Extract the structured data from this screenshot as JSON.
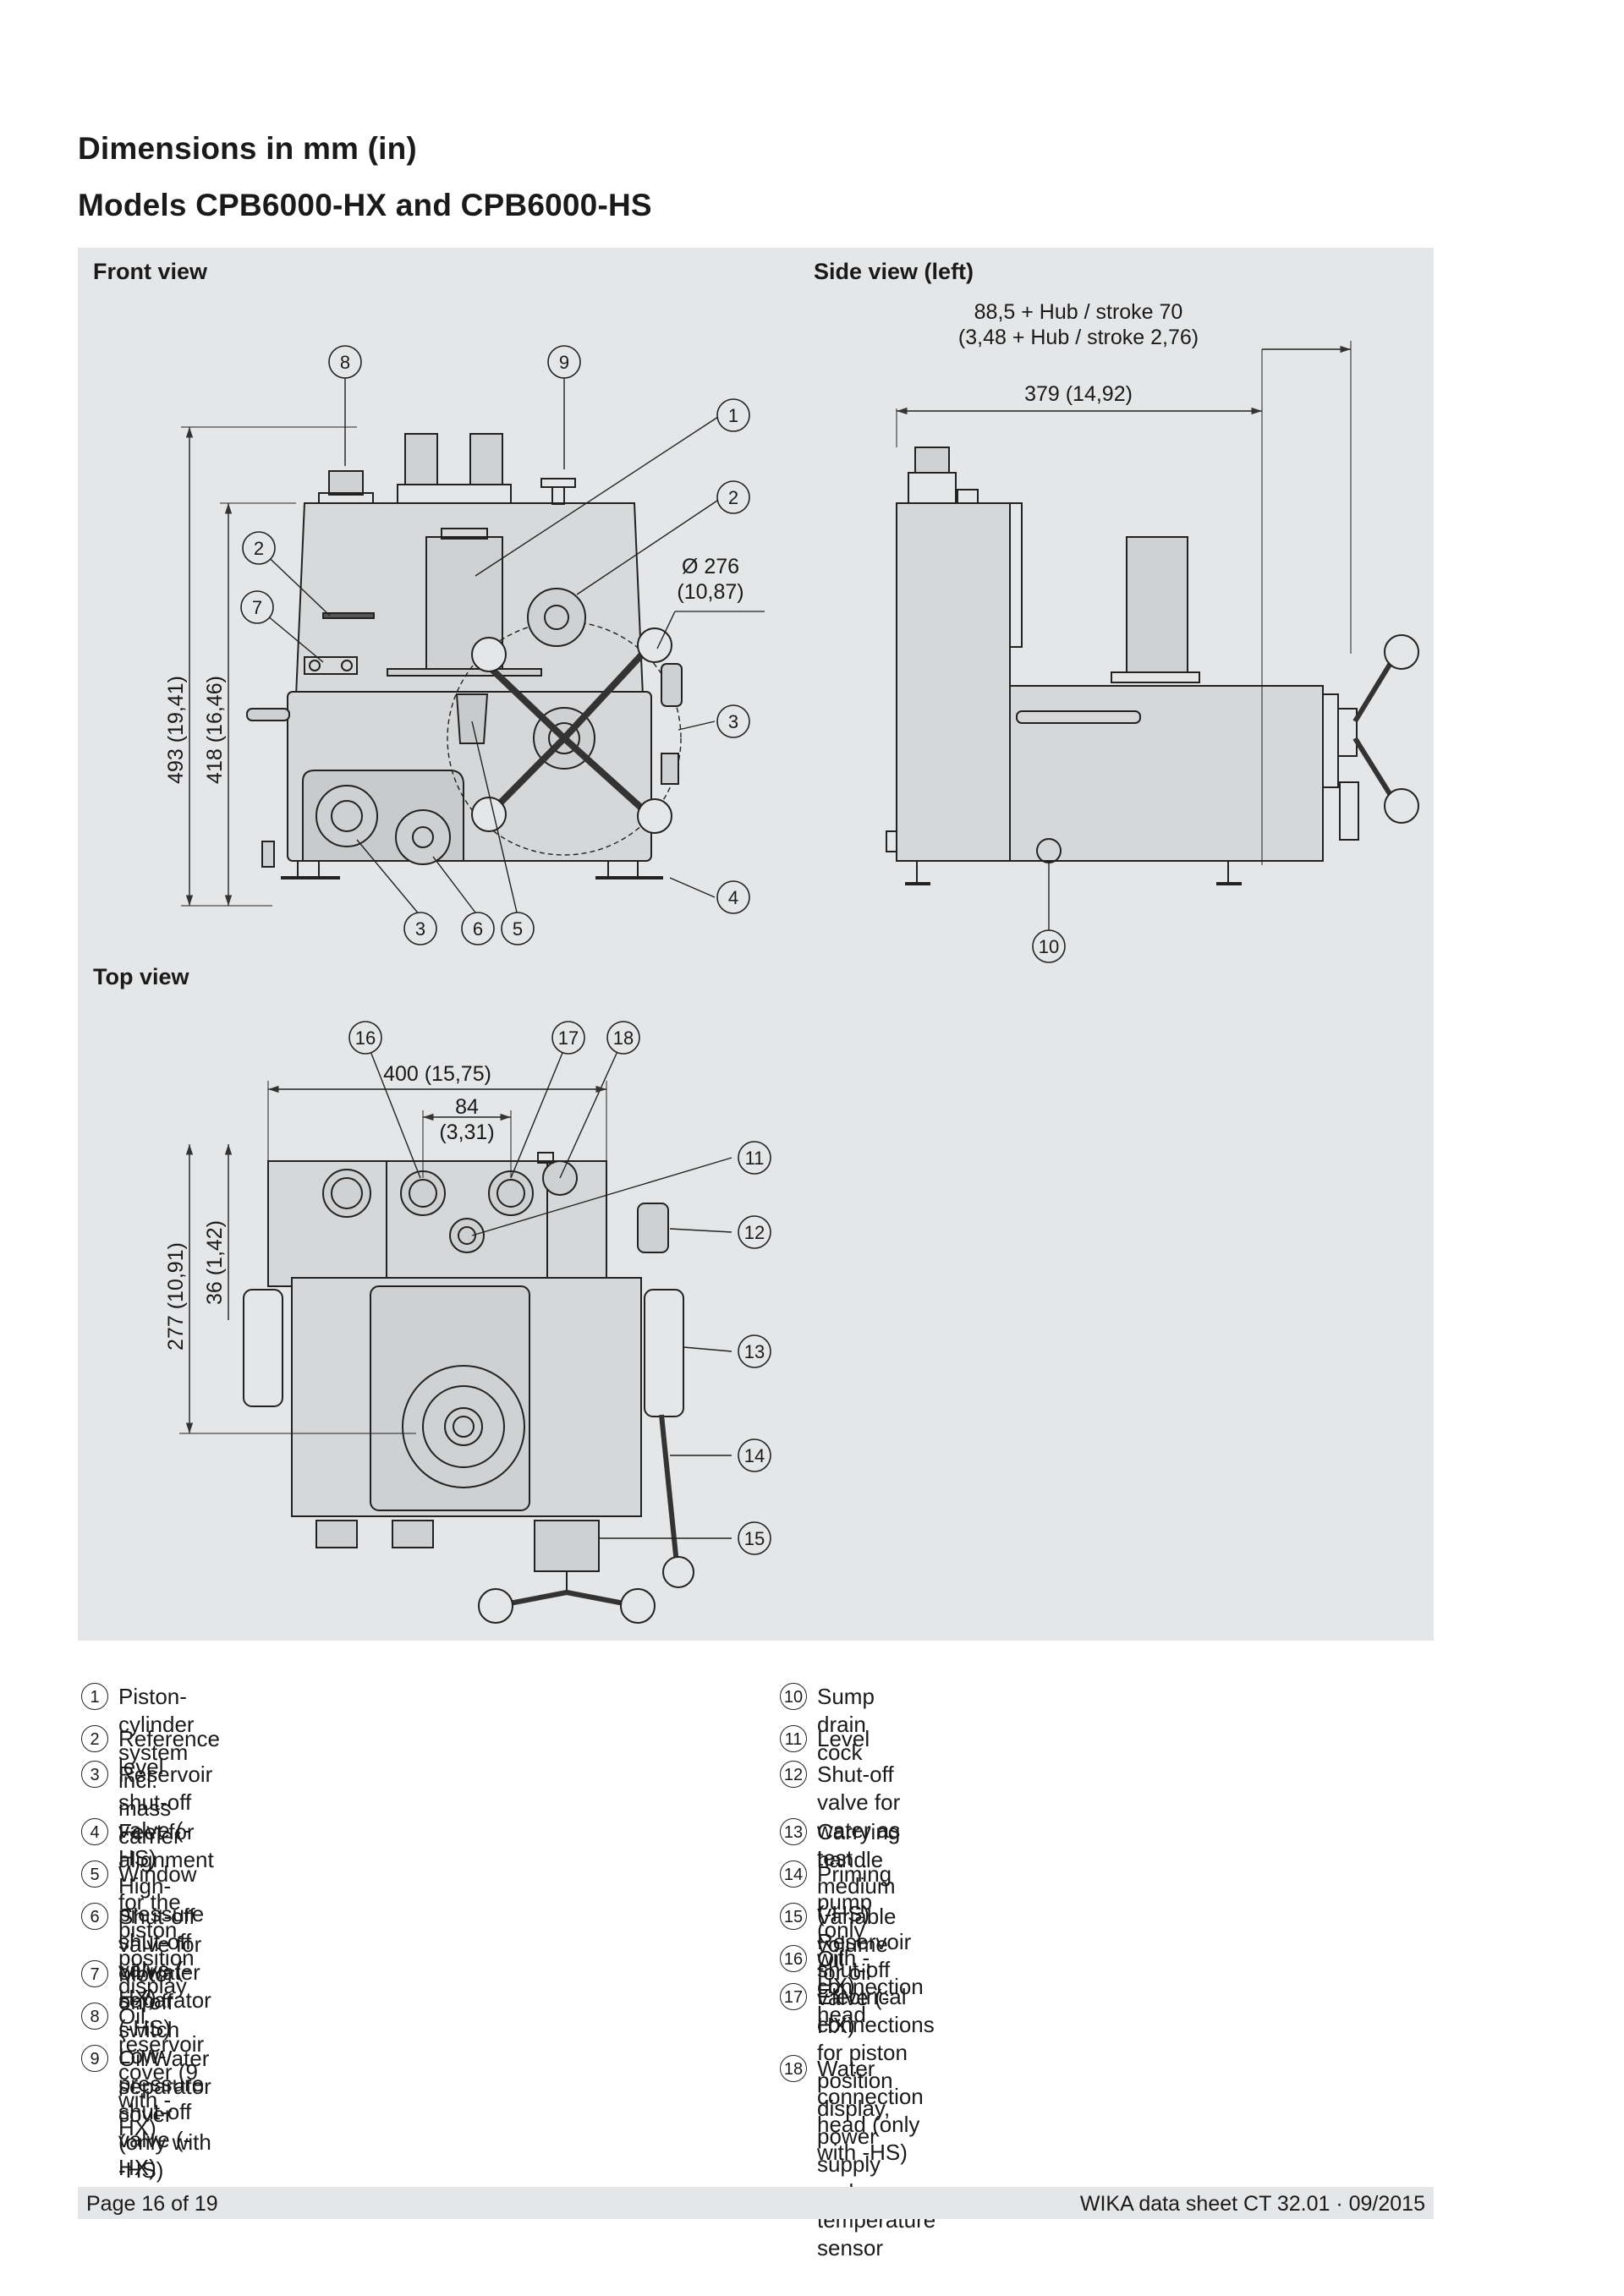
{
  "heading": "Dimensions in mm (in)",
  "subheading": "Models CPB6000-HX and CPB6000-HS",
  "views": {
    "front": "Front view",
    "side": "Side view (left)",
    "top": "Top view"
  },
  "dimensions": {
    "front_diameter": "Ø 276",
    "front_diameter_in": "(10,87)",
    "front_height_total": "493 (19,41)",
    "front_height_body": "418 (16,46)",
    "side_stroke": "88,5 + Hub / stroke 70",
    "side_stroke_in": "(3,48 + Hub / stroke 2,76)",
    "side_depth": "379 (14,92)",
    "top_width": "400 (15,75)",
    "top_spacing": "84",
    "top_spacing_in": "(3,31)",
    "top_depth": "277 (10,91)",
    "top_offset": "36 (1,42)"
  },
  "callouts": {
    "front": [
      "8",
      "9",
      "1",
      "2",
      "2",
      "7",
      "3",
      "4",
      "3",
      "6",
      "5"
    ],
    "side": [
      "10"
    ],
    "top": [
      "16",
      "17",
      "18",
      "11",
      "12",
      "13",
      "14",
      "15"
    ]
  },
  "legend_left": [
    {
      "num": "1",
      "text": "Piston-cylinder system incl. mass carrier"
    },
    {
      "num": "2",
      "text": "Reference level"
    },
    {
      "num": "3",
      "text": "Reservoir shut-off valve (-HS)\nHigh-pressure shut-off valve (-HX)"
    },
    {
      "num": "4",
      "text": "Feet for alignment"
    },
    {
      "num": "5",
      "text": "Window for the piston position display"
    },
    {
      "num": "6",
      "text": "Shut-off valve for oil/water separator (-HS)\nLow-pressure shut-off valve (-HX)"
    },
    {
      "num": "7",
      "text": "Motor on/off switch"
    },
    {
      "num": "8",
      "text": "Oil reservoir cover (9 with -HX)"
    },
    {
      "num": "9",
      "text": "Oil/Water separator cover (only with -HS)"
    }
  ],
  "legend_right": [
    {
      "num": "10",
      "text": "Sump drain cock"
    },
    {
      "num": "11",
      "text": "Level"
    },
    {
      "num": "12",
      "text": "Shut-off valve for water as test medium (-HS)\nReservoir shut-off valve (-HX)"
    },
    {
      "num": "13",
      "text": "Carrying handle"
    },
    {
      "num": "14",
      "text": "Priming pump (only with -HX)"
    },
    {
      "num": "15",
      "text": "Variable volume for oil"
    },
    {
      "num": "16",
      "text": "Oil connection head"
    },
    {
      "num": "17",
      "text": "Electrical connections for piston position display, power supply\nand temperature sensor"
    },
    {
      "num": "18",
      "text": "Water connection head (only with -HS)"
    }
  ],
  "footer": {
    "page": "Page 16 of 19",
    "source": "WIKA data sheet CT 32.01 · 09/2015"
  }
}
